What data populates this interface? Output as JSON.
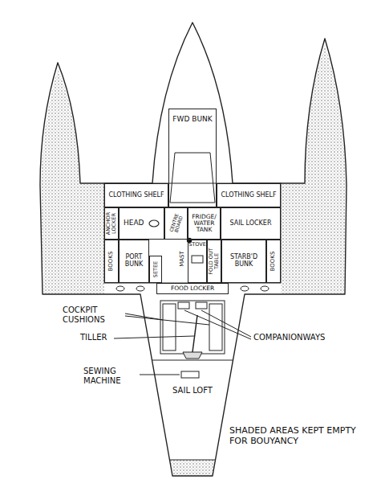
{
  "diagram": {
    "nodes": [
      {
        "text": [
          "FWD BUNK"
        ]
      },
      {
        "text": [
          "CLOTHING SHELF"
        ]
      },
      {
        "text": [
          "CLOTHING SHELF"
        ]
      },
      {
        "text": [
          "ANCHOR LOCKER"
        ]
      },
      {
        "text": [
          "HEAD"
        ]
      },
      {
        "text": [
          "CENTRE BOARD"
        ]
      },
      {
        "text": [
          "FRIDGE/ WATER TANK"
        ]
      },
      {
        "text": [
          "SAIL LOCKER"
        ]
      },
      {
        "text": [
          "BOOKS"
        ]
      },
      {
        "text": [
          "PORT BUNK"
        ]
      },
      {
        "text": [
          "SETEE"
        ]
      },
      {
        "text": [
          "STOVE"
        ]
      },
      {
        "text": [
          "FOLD OUT TABLE"
        ]
      },
      {
        "text": [
          "STARB'D BUNK"
        ]
      },
      {
        "text": [
          "BOOKS"
        ]
      },
      {
        "text": [
          "FOOD LOCKER"
        ]
      }
    ],
    "labels": [
      "MAST",
      "COCKPIT CUSHIONS",
      "TILLER",
      "COMPANIONWAYS",
      "SEWING MACHINE",
      "SAIL LOFT",
      "SHADED AREAS KEPT EMPTY FOR BOUYANCY"
    ]
  }
}
